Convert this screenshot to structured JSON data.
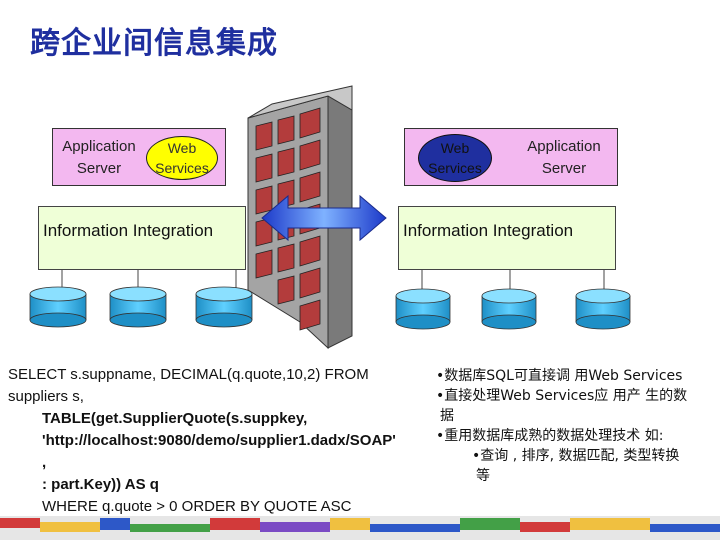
{
  "title": "跨企业间信息集成",
  "left_panel": {
    "app_server": [
      "Application",
      "Server"
    ],
    "web_services": [
      "Web",
      "Services"
    ],
    "info_integration": "Information Integration"
  },
  "right_panel": {
    "app_server": [
      "Application",
      "Server"
    ],
    "web_services": [
      "Web",
      "Services"
    ],
    "info_integration": "Information Integration"
  },
  "code": {
    "line1": "SELECT s.suppname, DECIMAL(q.quote,10,2) FROM",
    "line2": "suppliers s,",
    "line3": "TABLE(get.SupplierQuote(s.suppkey,",
    "line4": "'http://localhost:9080/demo/supplier1.dadx/SOAP'",
    "line5": ",",
    "line6": ": part.Key)) AS q",
    "line7": "WHERE q.quote > 0 ORDER BY QUOTE ASC"
  },
  "notes": {
    "b1": "•数据库SQL可直接调 用Web Services",
    "b2a": "•直接处理Web Services应 用产 生的数",
    "b2b": "据",
    "b3": "•重用数据库成熟的数据处理技术 如:",
    "b3sub_a": "•查询 , 排序, 数据匹配, 类型转换",
    "b3sub_b": "等"
  },
  "colors": {
    "title": "#1f2f9f",
    "pink": "#f3b8f0",
    "yellow": "#ffff00",
    "blue": "#1f2f9f",
    "green": "#efffd7",
    "cylinder": "#33b5e5",
    "wall": "#b33c3c"
  }
}
